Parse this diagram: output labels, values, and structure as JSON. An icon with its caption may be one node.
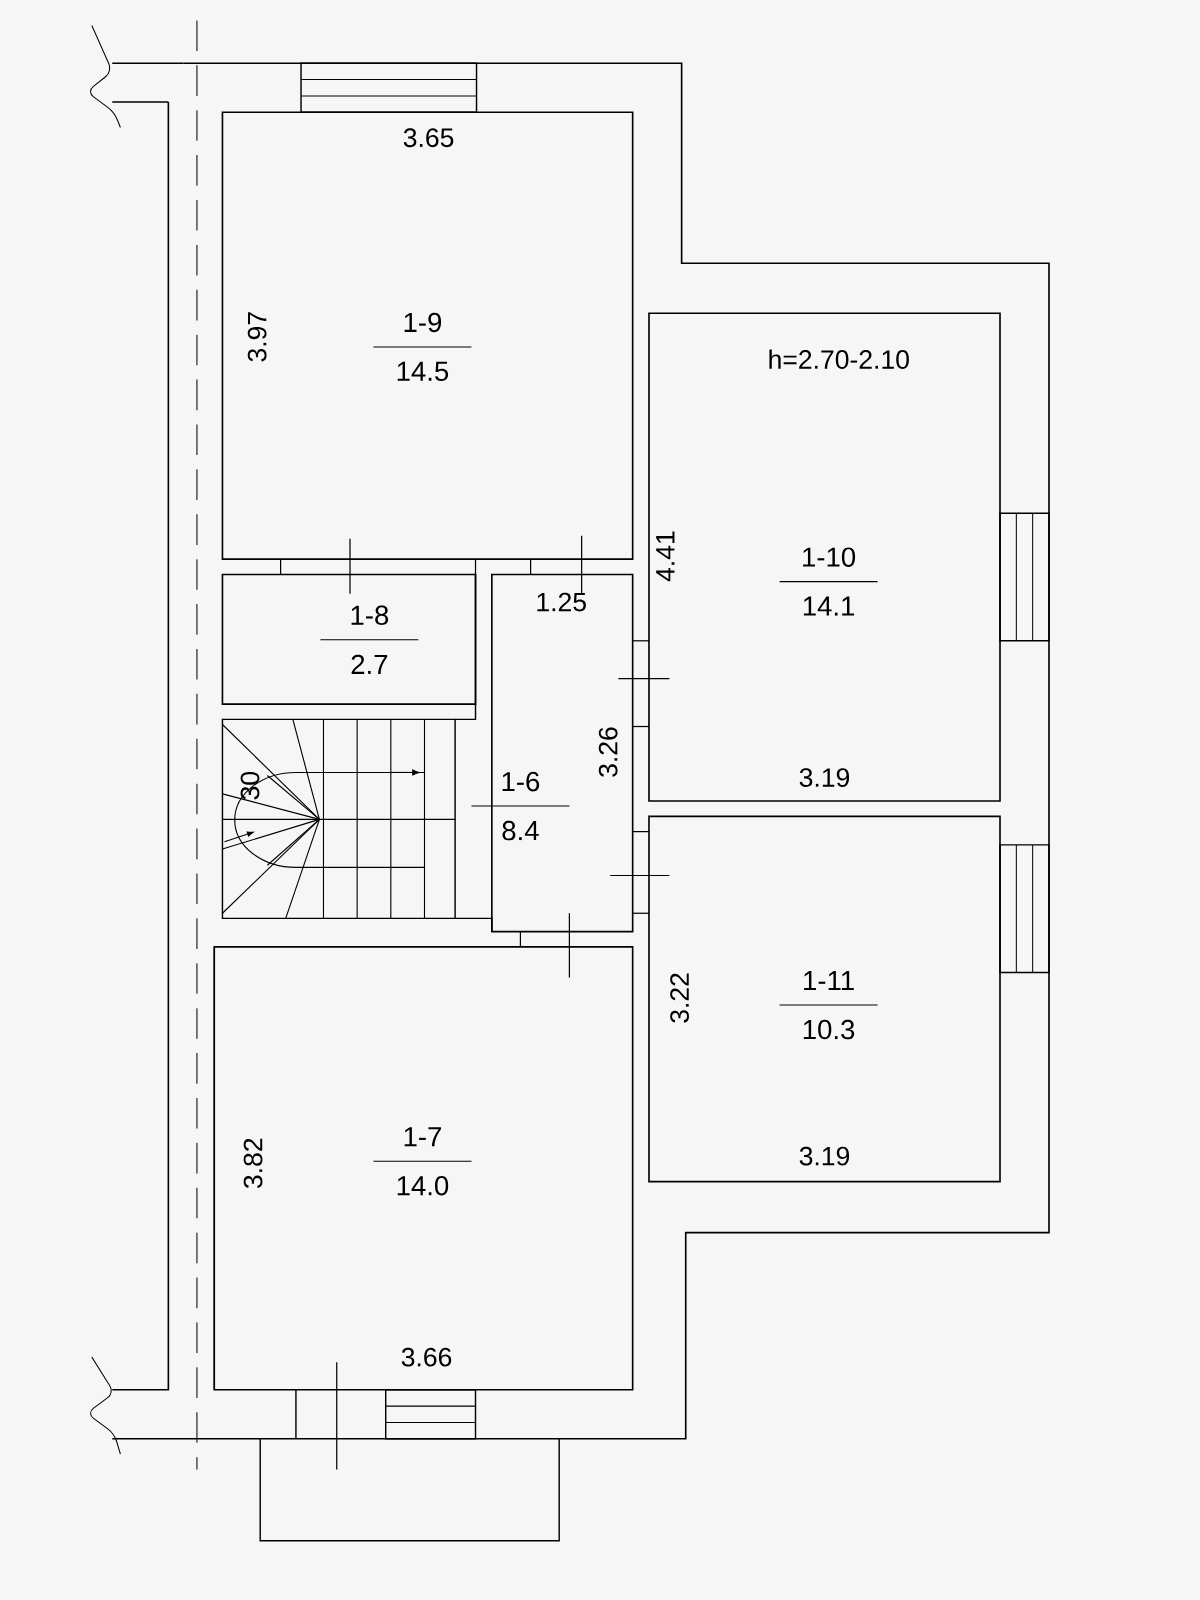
{
  "diagram": {
    "nodes": [
      {
        "text": [
          "1-9",
          "14.5"
        ]
      },
      {
        "text": [
          "1-8",
          "2.7"
        ]
      },
      {
        "text": [
          "1-6",
          "8.4"
        ]
      },
      {
        "text": [
          "1-10",
          "14.1"
        ]
      },
      {
        "text": [
          "1-11",
          "10.3"
        ]
      },
      {
        "text": [
          "1-7",
          "14.0"
        ]
      }
    ],
    "edges": [],
    "labels": [
      "3.65",
      "3.97",
      "h=2.70-2.10",
      "4.41",
      "1.25",
      "3.26",
      "3.19",
      "30",
      "3.22",
      "3.19",
      "3.82",
      "3.66"
    ]
  }
}
